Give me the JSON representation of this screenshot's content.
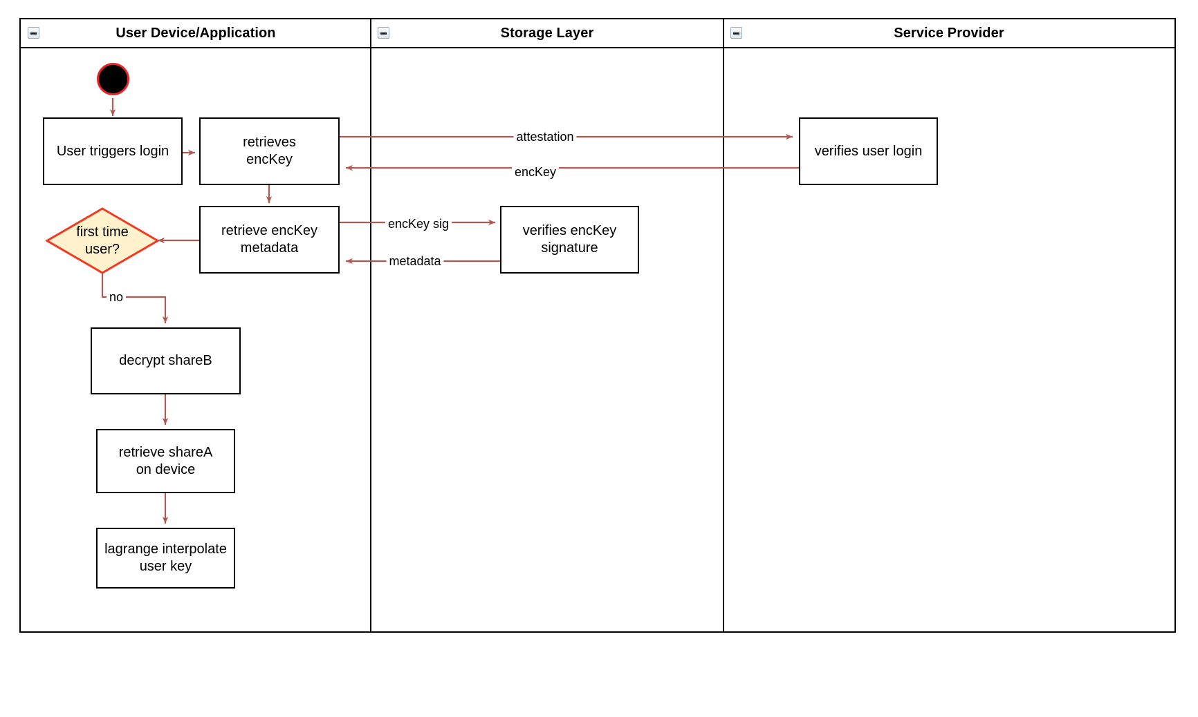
{
  "diagram": {
    "type": "swimlane-activity-diagram",
    "colors": {
      "edge": "#ae5a52",
      "lane_border": "#000000",
      "decision_fill": "#fff2cc",
      "decision_stroke": "#f03a21",
      "start_fill": "#000000",
      "start_stroke": "#e8252a",
      "background": "#ffffff"
    },
    "lanes": [
      {
        "id": "lane-user-device",
        "title": "User Device/Application",
        "collapse_icon": "minus-square-icon"
      },
      {
        "id": "lane-storage",
        "title": "Storage Layer",
        "collapse_icon": "minus-square-icon"
      },
      {
        "id": "lane-service-provider",
        "title": "Service Provider",
        "collapse_icon": "minus-square-icon"
      }
    ],
    "nodes": [
      {
        "id": "start",
        "shape": "start-circle",
        "label": "",
        "lane": "lane-user-device"
      },
      {
        "id": "user-triggers-login",
        "shape": "rectangle",
        "label": "User triggers login",
        "lane": "lane-user-device"
      },
      {
        "id": "retrieves-enckey",
        "shape": "rectangle",
        "label": "retrieves\nencKey",
        "lane": "lane-user-device"
      },
      {
        "id": "retrieve-enckey-metadata",
        "shape": "rectangle",
        "label": "retrieve encKey\nmetadata",
        "lane": "lane-user-device"
      },
      {
        "id": "first-time-user",
        "shape": "diamond",
        "label": "first time\nuser?",
        "lane": "lane-user-device"
      },
      {
        "id": "decrypt-shareb",
        "shape": "rectangle",
        "label": "decrypt shareB",
        "lane": "lane-user-device"
      },
      {
        "id": "retrieve-sharea-on-device",
        "shape": "rectangle",
        "label": "retrieve shareA\non device",
        "lane": "lane-user-device"
      },
      {
        "id": "lagrange-interpolate-user-key",
        "shape": "rectangle",
        "label": "lagrange interpolate\nuser key",
        "lane": "lane-user-device"
      },
      {
        "id": "verifies-enckey-signature",
        "shape": "rectangle",
        "label": "verifies encKey\nsignature",
        "lane": "lane-storage"
      },
      {
        "id": "verifies-user-login",
        "shape": "rectangle",
        "label": "verifies user login",
        "lane": "lane-service-provider"
      }
    ],
    "edges": [
      {
        "id": "e-start-login",
        "from": "start",
        "to": "user-triggers-login",
        "label": ""
      },
      {
        "id": "e-login-retrieves",
        "from": "user-triggers-login",
        "to": "retrieves-enckey",
        "label": ""
      },
      {
        "id": "e-attestation",
        "from": "retrieves-enckey",
        "to": "verifies-user-login",
        "label": "attestation"
      },
      {
        "id": "e-enckey",
        "from": "verifies-user-login",
        "to": "retrieves-enckey",
        "label": "encKey"
      },
      {
        "id": "e-retrieves-metadata",
        "from": "retrieves-enckey",
        "to": "retrieve-enckey-metadata",
        "label": ""
      },
      {
        "id": "e-enckey-sig",
        "from": "retrieve-enckey-metadata",
        "to": "verifies-enckey-signature",
        "label": "encKey sig"
      },
      {
        "id": "e-metadata",
        "from": "verifies-enckey-signature",
        "to": "retrieve-enckey-metadata",
        "label": "metadata"
      },
      {
        "id": "e-metadata-decision",
        "from": "retrieve-enckey-metadata",
        "to": "first-time-user",
        "label": ""
      },
      {
        "id": "e-no",
        "from": "first-time-user",
        "to": "decrypt-shareb",
        "label": "no"
      },
      {
        "id": "e-decrypt-retrieve",
        "from": "decrypt-shareb",
        "to": "retrieve-sharea-on-device",
        "label": ""
      },
      {
        "id": "e-retrieve-lagrange",
        "from": "retrieve-sharea-on-device",
        "to": "lagrange-interpolate-user-key",
        "label": ""
      }
    ]
  }
}
